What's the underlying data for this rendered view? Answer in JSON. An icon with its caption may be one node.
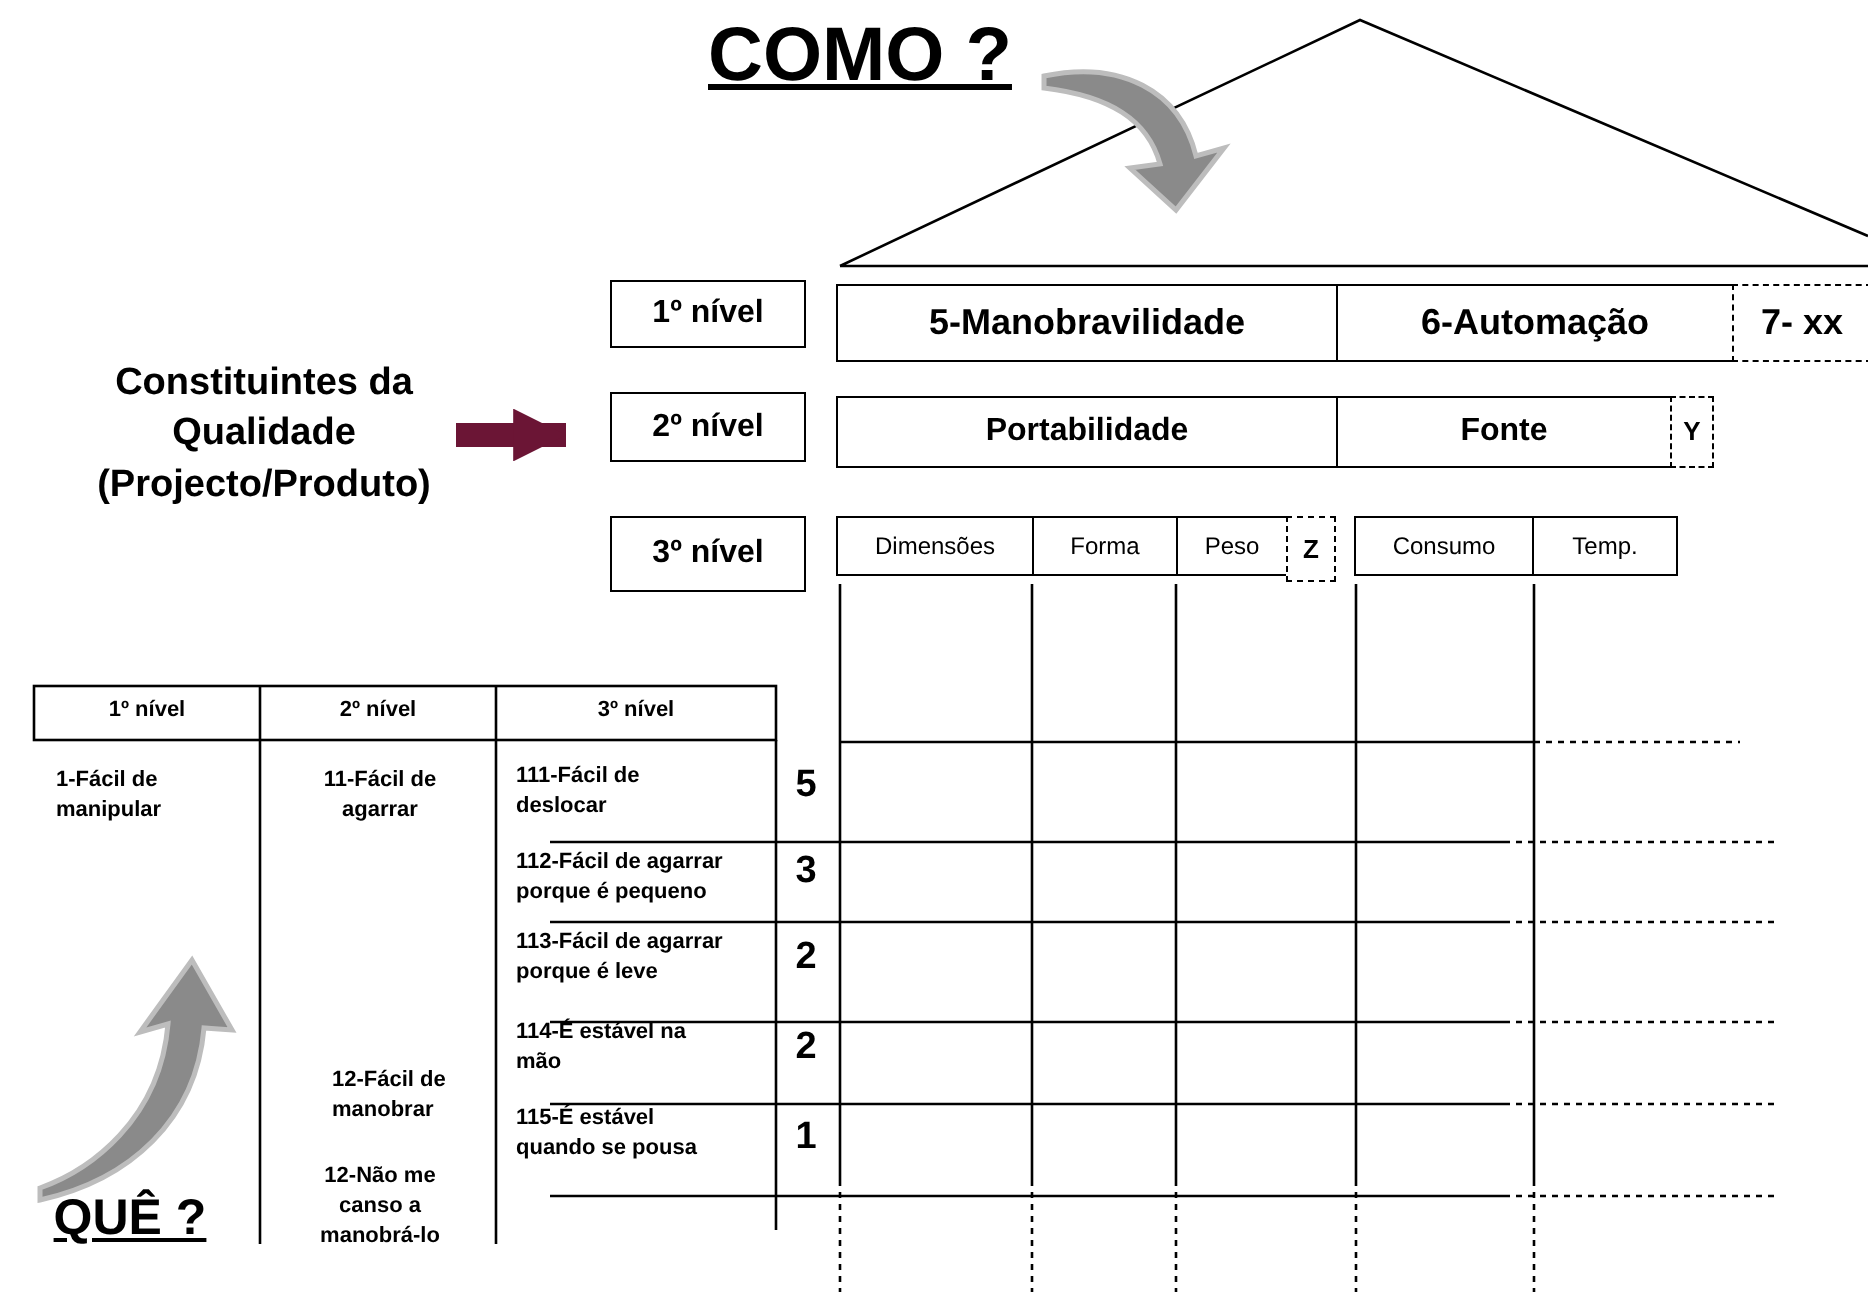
{
  "diagram": {
    "nodes": [
      {
        "text": [
          "Constituintes da Qualidade (Projecto/Produto)"
        ]
      },
      {
        "text": [
          "1º nível"
        ]
      },
      {
        "text": [
          "5-Manobravilidade"
        ]
      },
      {
        "text": [
          "6-Automação"
        ]
      },
      {
        "text": [
          "7- xx"
        ]
      },
      {
        "text": [
          "2º nível"
        ]
      },
      {
        "text": [
          "Portabilidade"
        ]
      },
      {
        "text": [
          "Fonte"
        ]
      },
      {
        "text": [
          "Y"
        ]
      },
      {
        "text": [
          "3º nível"
        ]
      },
      {
        "text": [
          "Dimensões"
        ]
      },
      {
        "text": [
          "Forma"
        ]
      },
      {
        "text": [
          "Peso"
        ]
      },
      {
        "text": [
          "Z"
        ]
      },
      {
        "text": [
          "Consumo"
        ]
      },
      {
        "text": [
          "Temp."
        ]
      }
    ],
    "edges": [
      {
        "from": 0,
        "to": 5,
        "arrow": "to",
        "color": "#6b1535"
      }
    ],
    "labels": [
      "COMO ?",
      "1º nível",
      "2º nível",
      "3º nível",
      "1-Fácil de manipular",
      "11-Fácil de agarrar",
      "111-Fácil de deslocar",
      "5",
      "112-Fácil de agarrar porque é pequeno",
      "3",
      "113-Fácil de agarrar porque é leve",
      "2",
      "114-É estável na mão",
      "2",
      "12-Fácil de manobrar",
      "115-É estável quando se pousa",
      "1",
      "QUÊ ?",
      "12-Não me canso a manobrá-lo"
    ]
  }
}
